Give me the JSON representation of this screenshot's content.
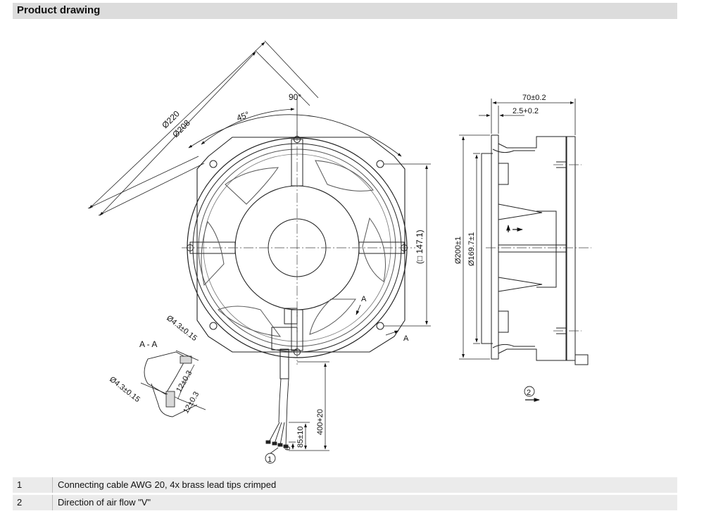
{
  "header": {
    "title": "Product drawing"
  },
  "front_view": {
    "dim_outer_diameter": "Ø220",
    "dim_inner_diameter": "Ø208",
    "angle_90": "90°",
    "angle_45": "45°",
    "dim_square": "(□ 147.1)",
    "section_mark": "A"
  },
  "section_view": {
    "title": "A - A",
    "dim_hole_top": "Ø4.3±0.15",
    "dim_hole_bottom": "Ø4.3±0.15",
    "dim_12_a": "12±0.3",
    "dim_12_b": "12±0.3"
  },
  "cable": {
    "dim_400": "400+20",
    "dim_85": "85±10",
    "dim_6": "6",
    "callout": "1"
  },
  "side_view": {
    "dim_depth": "70±0.2",
    "dim_offset": "2.5+0.2",
    "dim_200": "Ø200±1",
    "dim_169": "Ø169.7±1",
    "callout": "2"
  },
  "legend": [
    {
      "num": "1",
      "text": "Connecting cable AWG 20, 4x brass lead tips crimped"
    },
    {
      "num": "2",
      "text": "Direction of air flow \"V\""
    }
  ]
}
